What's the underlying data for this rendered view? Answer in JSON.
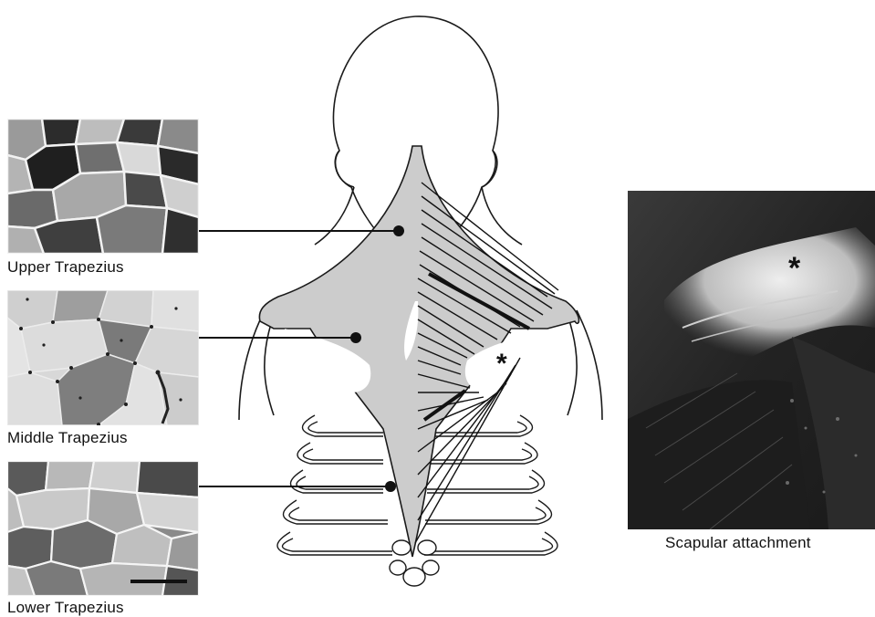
{
  "figure": {
    "panels": [
      {
        "key": "upper",
        "label": "Upper Trapezius"
      },
      {
        "key": "middle",
        "label": "Middle Trapezius"
      },
      {
        "key": "lower",
        "label": "Lower Trapezius"
      }
    ],
    "photo_label": "Scapular attachment",
    "marker": "*",
    "colors": {
      "muscle_fill": "#cccccc",
      "outline": "#1a1a1a",
      "photo_dark": "#2a2a2a",
      "photo_light": "#e6e6e6"
    }
  }
}
